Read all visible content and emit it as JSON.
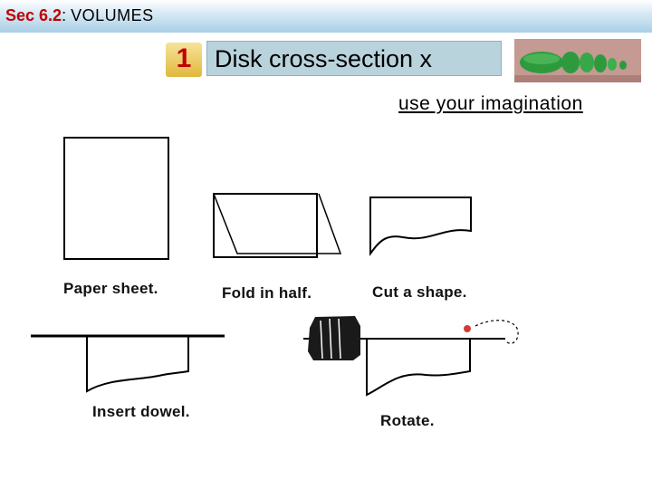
{
  "header": {
    "section": "Sec 6.2",
    "separator": ":",
    "topic": "VOLUMES"
  },
  "slide": {
    "number": "1",
    "subtitle": "Disk cross-section  x",
    "note": "use your imagination"
  },
  "illustrations": {
    "paper_sheet": "Paper sheet.",
    "fold_in_half": "Fold in half.",
    "cut_a_shape": "Cut a shape.",
    "insert_dowel": "Insert dowel.",
    "rotate": "Rotate."
  },
  "colors": {
    "section_red": "#c00000",
    "header_blue": "#a9cfe6",
    "number_gold": "#e0b93c",
    "subtitle_box": "#b9d3dc",
    "cucumber_green": "#2e9a3e"
  }
}
